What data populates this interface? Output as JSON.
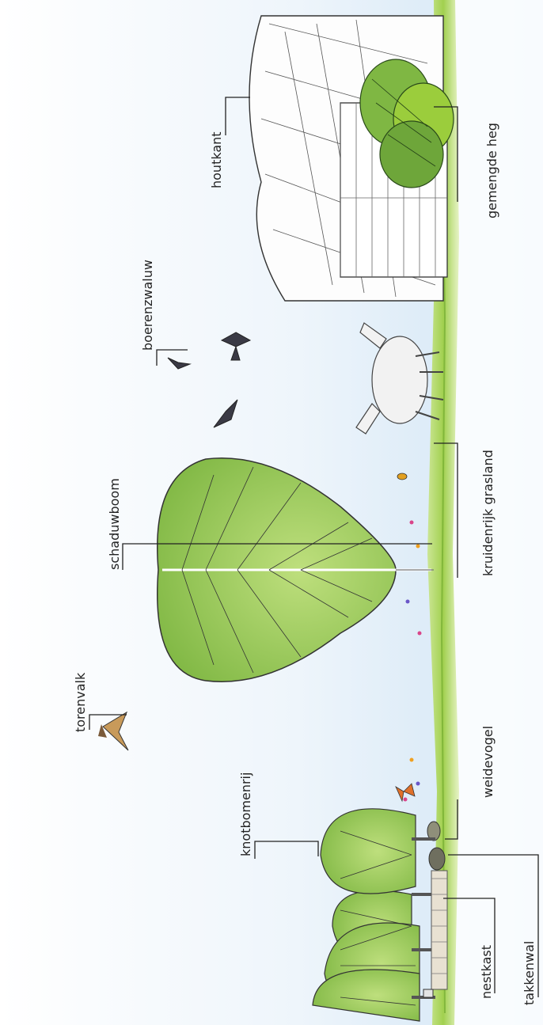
{
  "labels": {
    "torenvalk": "torenvalk",
    "knotbomenrij": "knotbomenrij",
    "schaduwboom": "schaduwboom",
    "boerenzwaluw": "boerenzwaluw",
    "houtkant": "houtkant",
    "weidevogel": "weidevogel",
    "kruidenrijk_grasland": "kruidenrijk grasland",
    "gemengde_heg": "gemengde heg",
    "nestkast": "nestkast",
    "takkenwal": "takkenwal"
  },
  "colors": {
    "sky": "#d4e8f7",
    "leaf": "#8fc34f",
    "leaf_dark": "#3f7a2a",
    "grass": "#9bcd3c",
    "outline": "#222222"
  },
  "icons": [
    "kestrel-icon",
    "swallow-icon",
    "horse-icon",
    "butterfly-icon",
    "meadow-bird-icon",
    "nestbox-icon",
    "bee-icon"
  ]
}
